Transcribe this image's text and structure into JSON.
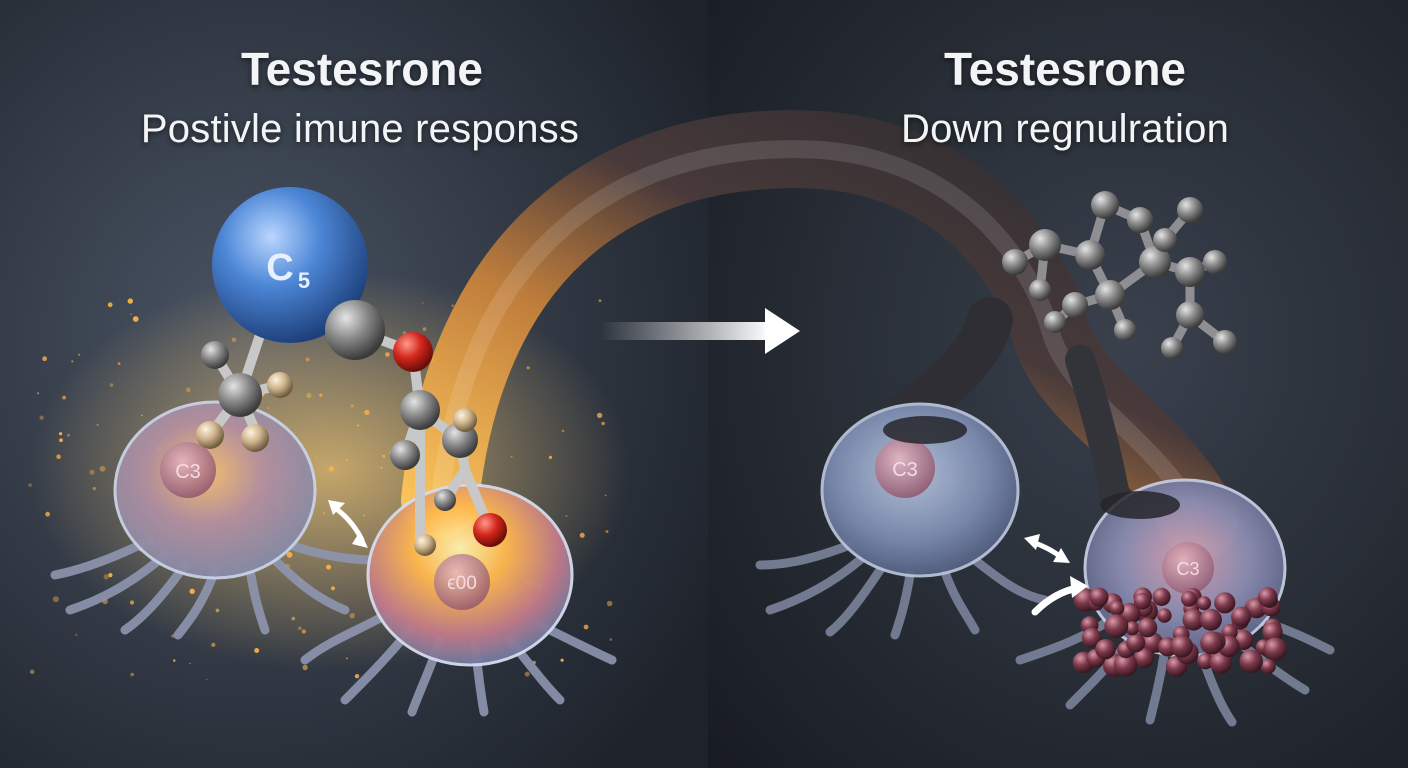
{
  "panels": {
    "left": {
      "heading": "Testesrone",
      "subheading": "Postivle imune responss"
    },
    "right": {
      "heading": "Testesrone",
      "subheading": "Down regnulration"
    }
  },
  "labels": {
    "molecule_main": "C",
    "molecule_sub": "5",
    "cell_left_1": "C3",
    "cell_left_2": "ϵ00",
    "cell_right_1": "C3",
    "cell_right_2": "C3"
  },
  "colors": {
    "background_left": "#3a4250",
    "background_right": "#262b33",
    "carbon_sphere": "#3f7bd0",
    "glow": "#ffb347",
    "oxygen": "#d22a1f",
    "cell_membrane": "#aab6cc",
    "inhibitor_cluster": "#7a3a48",
    "arrow": "#ffffff"
  },
  "icons": [
    "forward-arrow-icon",
    "double-arrow-icon",
    "curved-arrow-icon"
  ]
}
